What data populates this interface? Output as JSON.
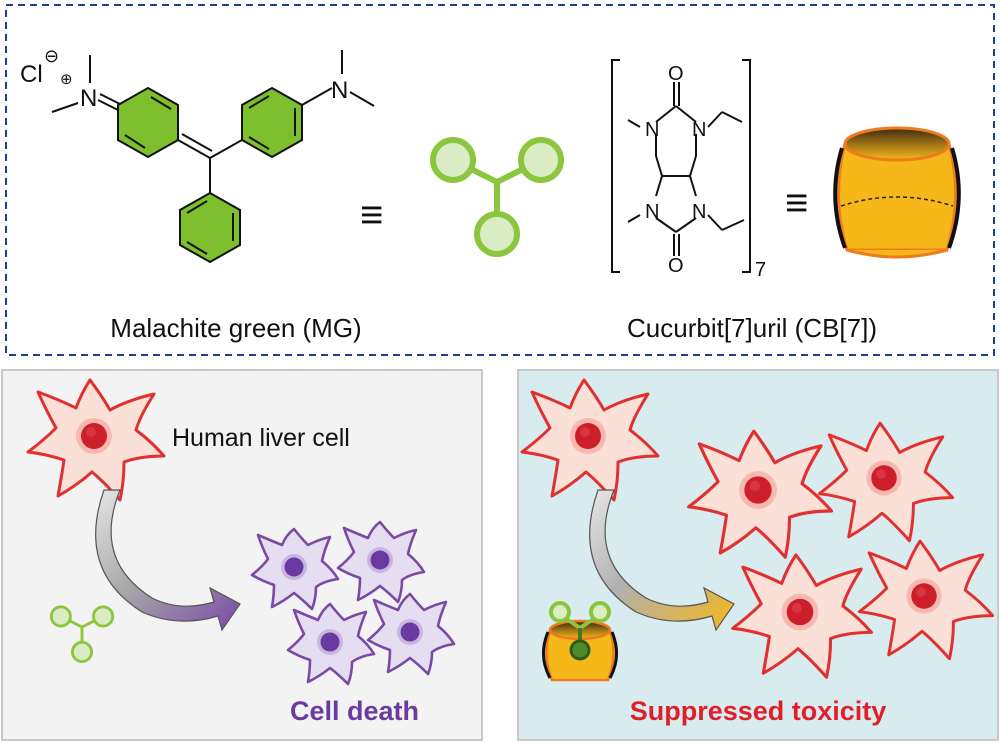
{
  "top": {
    "counter_ion": "Cl",
    "counter_charge": "⊖",
    "nitrogen_charge": "⊕",
    "n_atom": "N",
    "equiv_symbol": "≡",
    "mg_label": "Malachite green (MG)",
    "cb_label": "Cucurbit[7]uril (CB[7])",
    "cb_repeat": "7",
    "o_atom": "O"
  },
  "left_panel": {
    "cell_label": "Human liver cell",
    "outcome": "Cell death"
  },
  "right_panel": {
    "outcome": "Suppressed toxicity"
  },
  "colors": {
    "benzene_green": "#7dbf2c",
    "ball_green": "#8cc63f",
    "ball_fill": "#d9ecc4",
    "cell_red": "#e03030",
    "cell_fill": "#fbe0d8",
    "nucleus_red": "#cc1f2a",
    "dead_purple": "#7a4aa6",
    "dead_fill": "#e5def0",
    "death_text": "#6a3aa0",
    "suppressed_text": "#e11f2a",
    "dash_blue": "#1c3f8f",
    "left_bg": "#f3f3f3",
    "right_bg": "#d8ebef",
    "cb_gold": "#f5b818",
    "cb_rim": "#f07a1e"
  }
}
